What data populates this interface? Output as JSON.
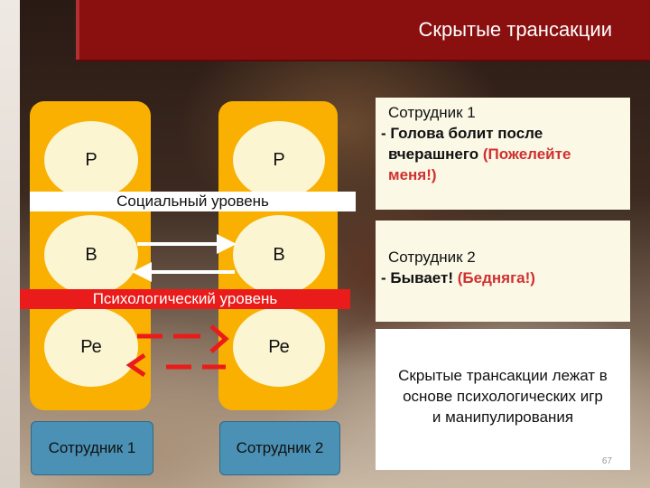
{
  "title": "Скрытые трансакции",
  "colors": {
    "title_bar": "#8a0f0f",
    "column": "#f9b000",
    "ellipse": "#fbf5d2",
    "psych_level": "#ea1b1b",
    "employee_button": "#4a91b5",
    "hidden_arrow": "#ea1b1b"
  },
  "ego_states": {
    "left": {
      "p": "Р",
      "b": "В",
      "re": "Ре"
    },
    "right": {
      "p": "Р",
      "b": "В",
      "re": "Ре"
    }
  },
  "levels": {
    "social": "Социальный уровень",
    "psychological": "Психологический уровень"
  },
  "employees": {
    "first": "Сотрудник 1",
    "second": "Сотрудник 2"
  },
  "notes": {
    "first": {
      "header": "Сотрудник 1",
      "line1": "- Голова болит после",
      "line2_bold": "вчерашнего ",
      "line2_accent": "(Пожелейте",
      "line3_accent": "меня!)"
    },
    "second": {
      "header": "Сотрудник 2",
      "line_prefix": "- Бывает! ",
      "line_accent": "(Бедняга!)"
    },
    "summary": {
      "line1": "Скрытые трансакции лежат в",
      "line2": "основе психологических игр",
      "line3": "и манипулирования"
    }
  },
  "page_number": "67"
}
